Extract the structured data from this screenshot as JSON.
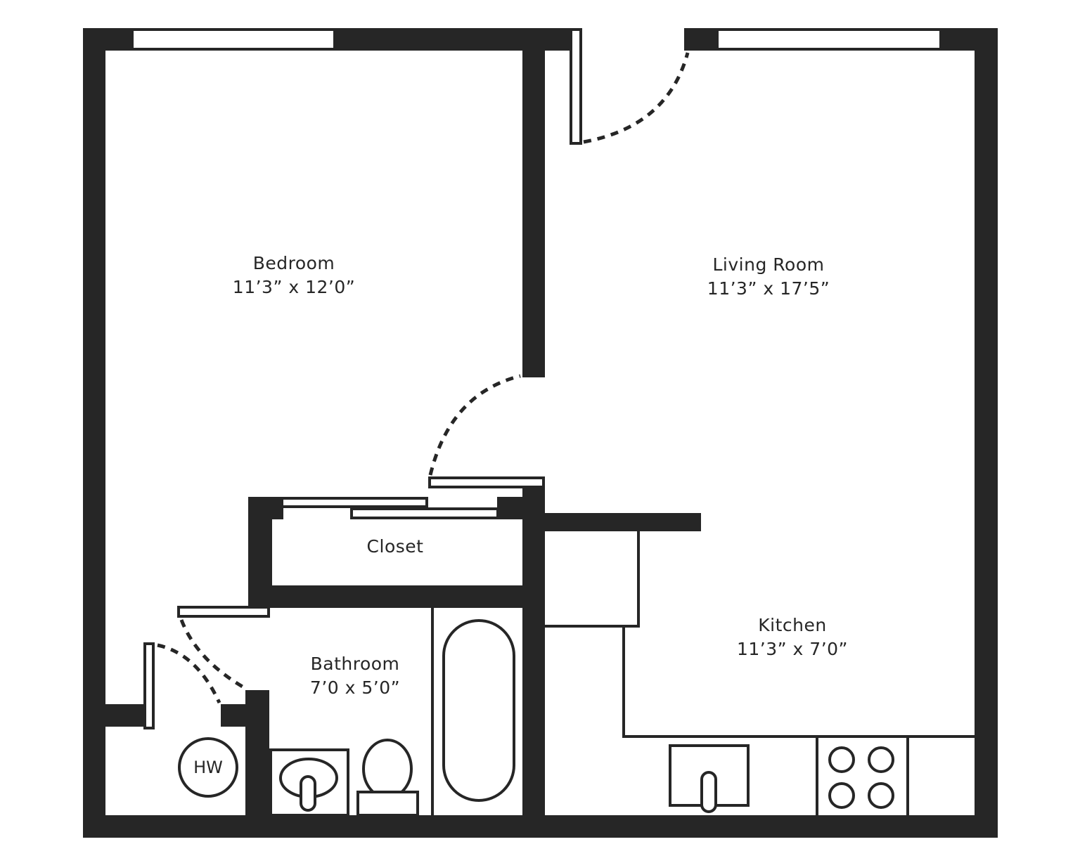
{
  "floor_plan": {
    "rooms": [
      {
        "id": "bedroom",
        "name": "Bedroom",
        "dimensions": "11’3” x 12’0”"
      },
      {
        "id": "living_room",
        "name": "Living Room",
        "dimensions": "11’3” x 17’5”"
      },
      {
        "id": "closet",
        "name": "Closet"
      },
      {
        "id": "bathroom",
        "name": "Bathroom",
        "dimensions": "7’0 x 5’0”"
      },
      {
        "id": "kitchen",
        "name": "Kitchen",
        "dimensions": "11’3” x 7’0”"
      }
    ],
    "fixtures": {
      "water_heater_label": "HW"
    },
    "colors": {
      "wall": "#262626",
      "background": "#ffffff"
    }
  }
}
